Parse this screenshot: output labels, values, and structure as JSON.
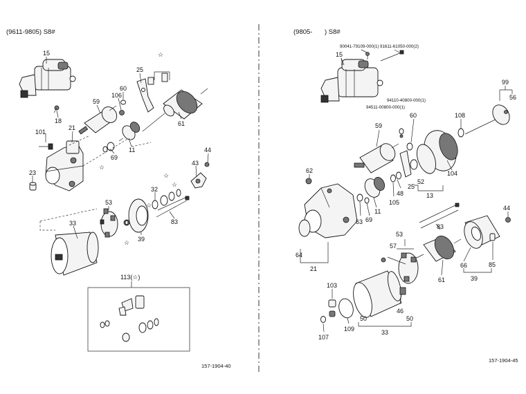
{
  "left_panel": {
    "header": "(9611-9805) S8#",
    "code": "157-1904-40",
    "kit_label": "113(☆)",
    "labels": [
      "15",
      "18",
      "101",
      "21",
      "23",
      "59",
      "60",
      "106",
      "25",
      "61",
      "69",
      "11",
      "32",
      "43",
      "44",
      "53",
      "33",
      "39",
      "83"
    ]
  },
  "right_panel": {
    "header_left": "(9805-",
    "header_right": ") S8#",
    "code": "157-1904-45",
    "part_numbers": [
      "90041-79109-000(1)",
      "91611-61050-000(2)",
      "94110-40800-000(1)",
      "94511-00800-000(1)"
    ],
    "labels": [
      "15",
      "99",
      "56",
      "59",
      "60",
      "108",
      "62",
      "48",
      "105",
      "63",
      "69",
      "11",
      "25",
      "52",
      "104",
      "13",
      "44",
      "83",
      "53",
      "57",
      "61",
      "66",
      "85",
      "39",
      "103",
      "50",
      "46",
      "109",
      "107",
      "33",
      "64",
      "21"
    ]
  }
}
